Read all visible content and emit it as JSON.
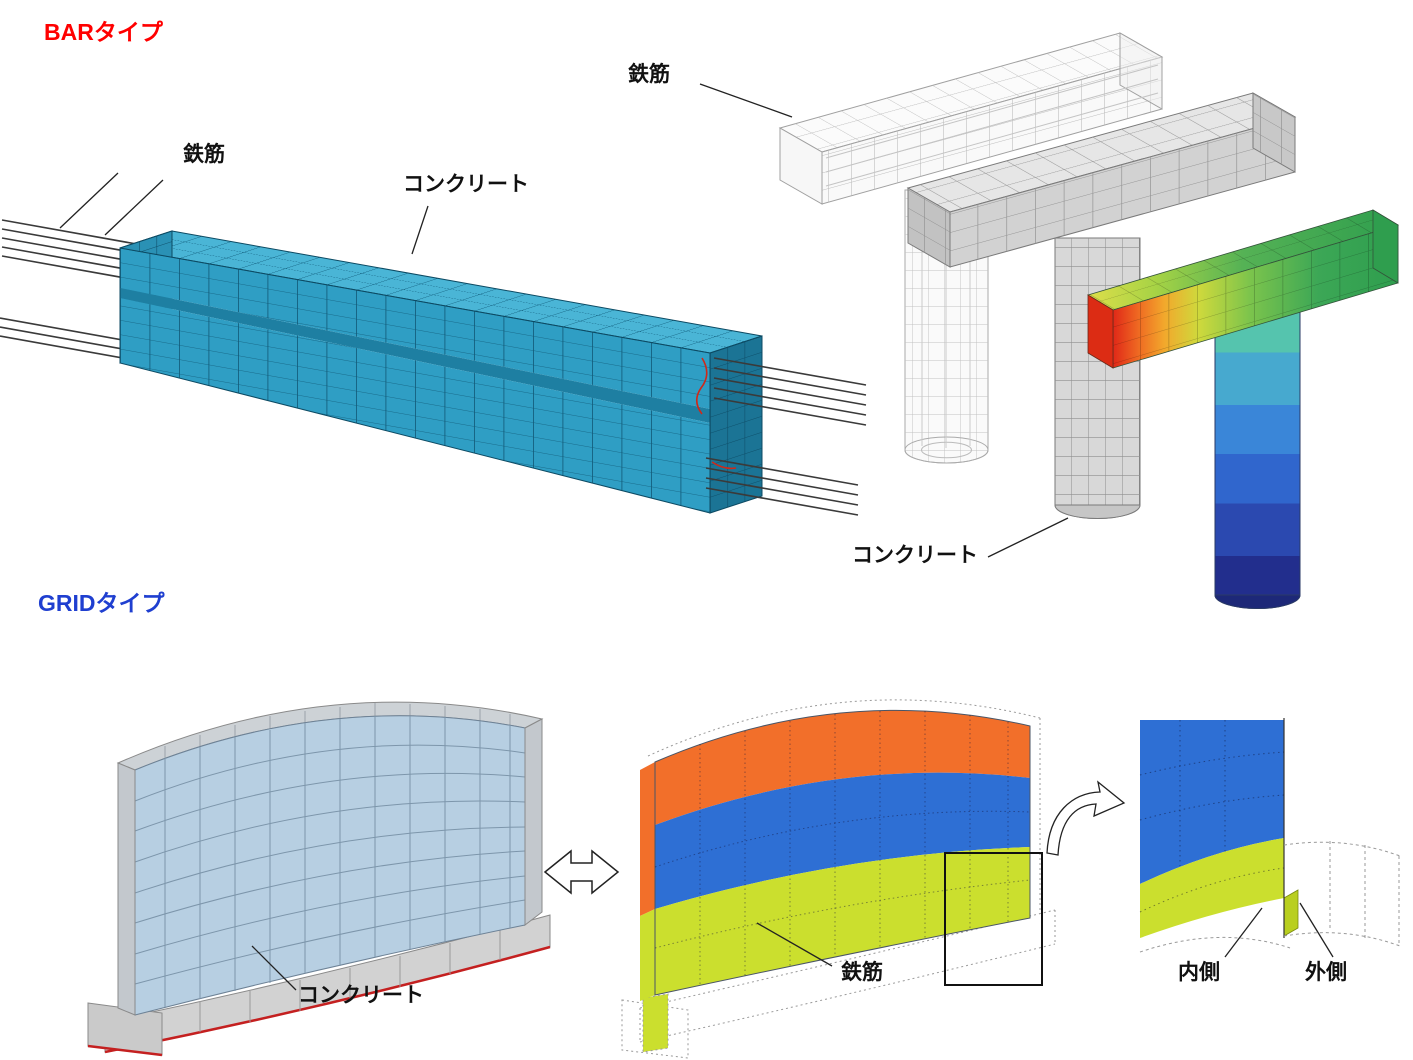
{
  "figure": {
    "bar_section": {
      "title": "BARタイプ",
      "labels": {
        "rebar": "鉄筋",
        "concrete": "コンクリート",
        "pier_rebar": "鉄筋",
        "pier_concrete": "コンクリート"
      }
    },
    "grid_section": {
      "title": "GRIDタイプ",
      "labels": {
        "concrete": "コンクリート",
        "rebar": "鉄筋",
        "inner": "内側",
        "outer": "外側"
      }
    },
    "colors": {
      "bar_title": "#ff0000",
      "grid_title": "#1f3fd0",
      "beam_mesh_teal": "#2f9ec4",
      "pier_gray": "#d6d6d6",
      "result_green": "#2f9e4e",
      "result_red": "#e02818",
      "result_navy": "#222e8d",
      "shell_concrete_blue": "#b7cfe2",
      "rebar_layer_orange": "#f26f2a",
      "rebar_layer_blue": "#2e6fd4",
      "rebar_layer_yellowgreen": "#cbdf2e",
      "base_edge_red": "#c42020"
    }
  }
}
